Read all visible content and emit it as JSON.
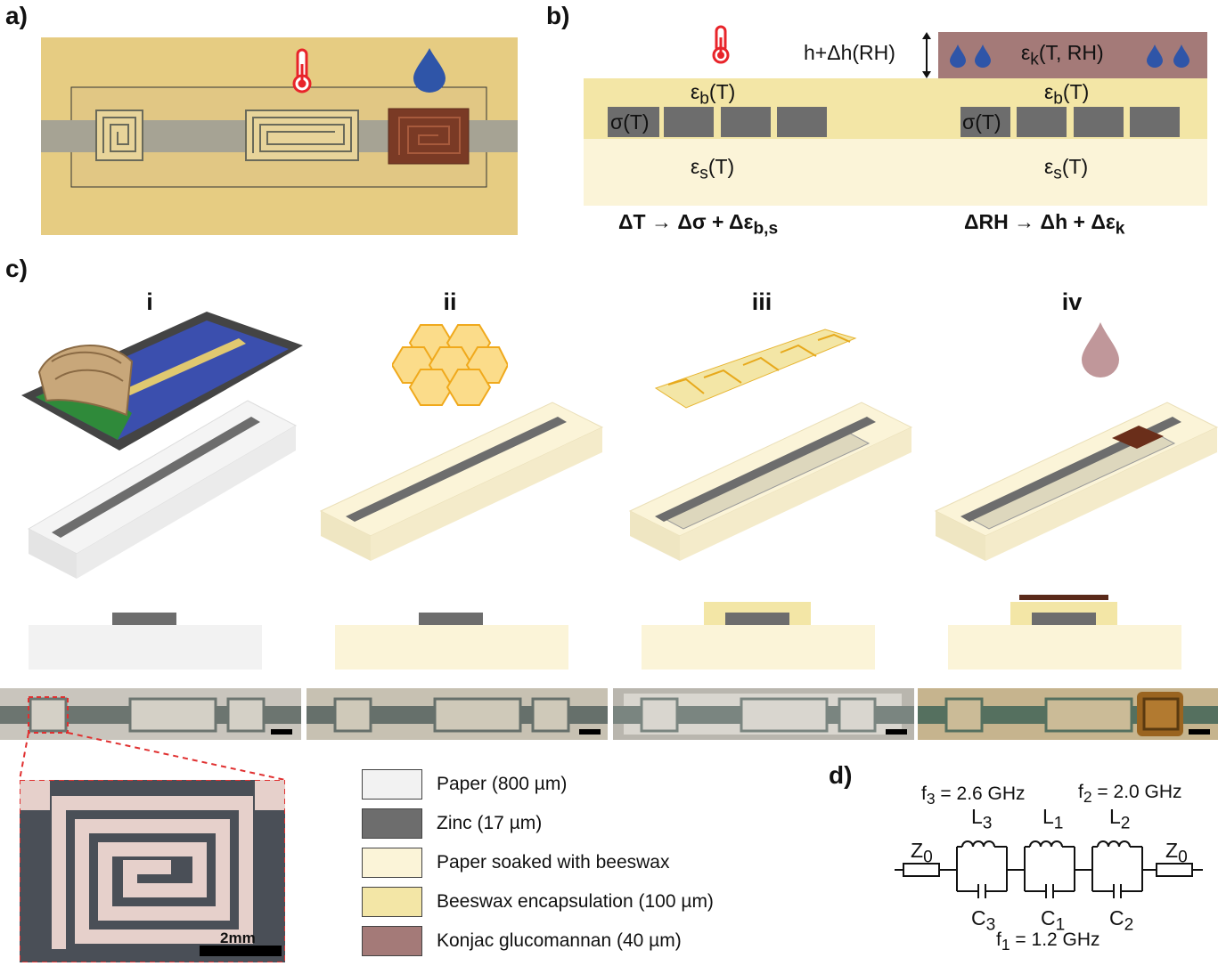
{
  "panels": {
    "a": "a)",
    "b": "b)",
    "c": "c)",
    "d": "d)"
  },
  "panel_b": {
    "height_label": "h+Δh(RH)",
    "eps_k": "ε",
    "eps_k_sub": "k",
    "eps_k_args": "(T, RH)",
    "eps_b": "ε",
    "eps_b_sub": "b",
    "eps_b_args": "(T)",
    "sigma": "σ(T)",
    "eps_s": "ε",
    "eps_s_sub": "s",
    "eps_s_args": "(T)",
    "eq_left_main": "ΔT → Δσ + Δε",
    "eq_left_sub": "b,s",
    "eq_right_main": "ΔRH → Δh + Δε",
    "eq_right_sub": "k"
  },
  "panel_c": {
    "steps": [
      "i",
      "ii",
      "iii",
      "iv"
    ]
  },
  "micrograph": {
    "scale_label": "2mm"
  },
  "legend": [
    {
      "label": "Paper (800 µm)",
      "color": "#f2f2f2"
    },
    {
      "label": "Zinc (17 µm)",
      "color": "#6d6d6d"
    },
    {
      "label": "Paper soaked with beeswax",
      "color": "#fbf4d8"
    },
    {
      "label": "Beeswax encapsulation (100 µm)",
      "color": "#f3e6a6"
    },
    {
      "label": "Konjac glucomannan (40 µm)",
      "color": "#a47a78"
    }
  ],
  "panel_d": {
    "f3": "f",
    "f3_sub": "3",
    "f3_val": " = 2.6 GHz",
    "f2": "f",
    "f2_sub": "2",
    "f2_val": " = 2.0 GHz",
    "f1": "f",
    "f1_sub": "1",
    "f1_val": " = 1.2 GHz",
    "L3": "L",
    "L3_sub": "3",
    "L1": "L",
    "L1_sub": "1",
    "L2": "L",
    "L2_sub": "2",
    "C3": "C",
    "C3_sub": "3",
    "C1": "C",
    "C1_sub": "1",
    "C2": "C",
    "C2_sub": "2",
    "Z0_left": "Z",
    "Z0_left_sub": "0",
    "Z0_right": "Z",
    "Z0_right_sub": "0"
  },
  "colors": {
    "substrate": "#e6cc82",
    "zinc": "#6d6d6d",
    "konjac": "#a47a78",
    "beeswax_layer": "#f3e6a6",
    "soaked_paper": "#fbf4d8",
    "thermometer": "#e8242a",
    "droplet": "#2f55a8"
  }
}
